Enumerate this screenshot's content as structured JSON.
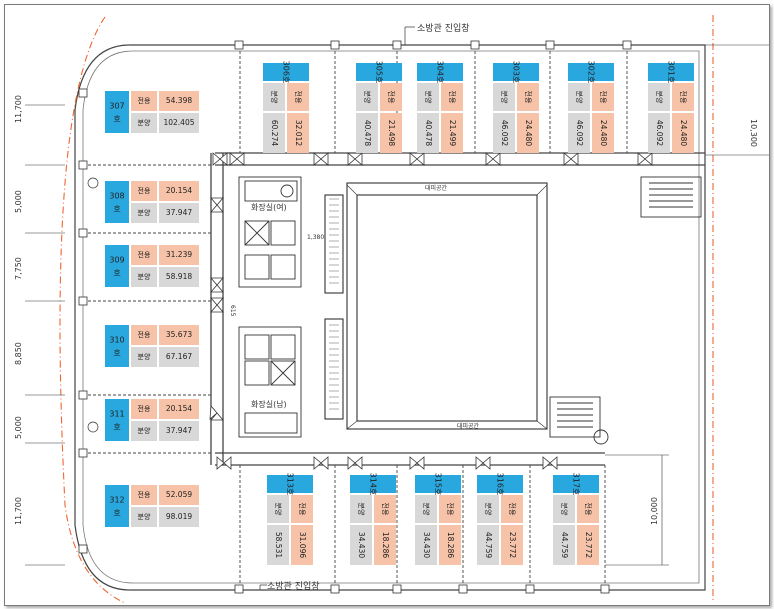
{
  "labels": {
    "fire_top": "소방관 진입창",
    "fire_bottom": "소방관 진입창",
    "toilet_north": "화장실(여)",
    "toilet_south": "화장실(남)",
    "dim_1380": "1,380",
    "dim_615": "615",
    "escape_top": "대피공간",
    "escape_bottom": "대피공간"
  },
  "dims": {
    "left": [
      "11,700",
      "5,000",
      "7,750",
      "8,850",
      "5,000",
      "11,700"
    ],
    "right_top": "10,300",
    "right_bottom": "10,000"
  },
  "unit_kinds": {
    "net": "전용",
    "sale": "분양"
  },
  "units_top": [
    {
      "no": "306호",
      "net": "32.012",
      "sale": "60.274"
    },
    {
      "no": "305호",
      "net": "21.498",
      "sale": "40.478"
    },
    {
      "no": "304호",
      "net": "21.499",
      "sale": "40.478"
    },
    {
      "no": "303호",
      "net": "24.480",
      "sale": "46.092"
    },
    {
      "no": "302호",
      "net": "24.480",
      "sale": "46.092"
    },
    {
      "no": "301호",
      "net": "24.480",
      "sale": "46.092"
    }
  ],
  "units_bottom": [
    {
      "no": "313호",
      "net": "31.096",
      "sale": "58.531"
    },
    {
      "no": "314호",
      "net": "18.286",
      "sale": "34.430"
    },
    {
      "no": "315호",
      "net": "18.286",
      "sale": "34.430"
    },
    {
      "no": "316호",
      "net": "23.772",
      "sale": "44.759"
    },
    {
      "no": "317호",
      "net": "23.772",
      "sale": "44.759"
    }
  ],
  "units_left": [
    {
      "no_a": "307",
      "no_b": "호",
      "net": "54.398",
      "sale": "102.405"
    },
    {
      "no_a": "308",
      "no_b": "호",
      "net": "20.154",
      "sale": "37.947"
    },
    {
      "no_a": "309",
      "no_b": "호",
      "net": "31.239",
      "sale": "58.918"
    },
    {
      "no_a": "310",
      "no_b": "호",
      "net": "35.673",
      "sale": "67.167"
    },
    {
      "no_a": "311",
      "no_b": "호",
      "net": "20.154",
      "sale": "37.947"
    },
    {
      "no_a": "312",
      "no_b": "호",
      "net": "52.059",
      "sale": "98.019"
    }
  ],
  "colors": {
    "unit_no": "#29a8e0",
    "net_bg": "#f6c2a8",
    "sale_bg": "#d8d8d8",
    "fire_line": "#ee6633"
  }
}
